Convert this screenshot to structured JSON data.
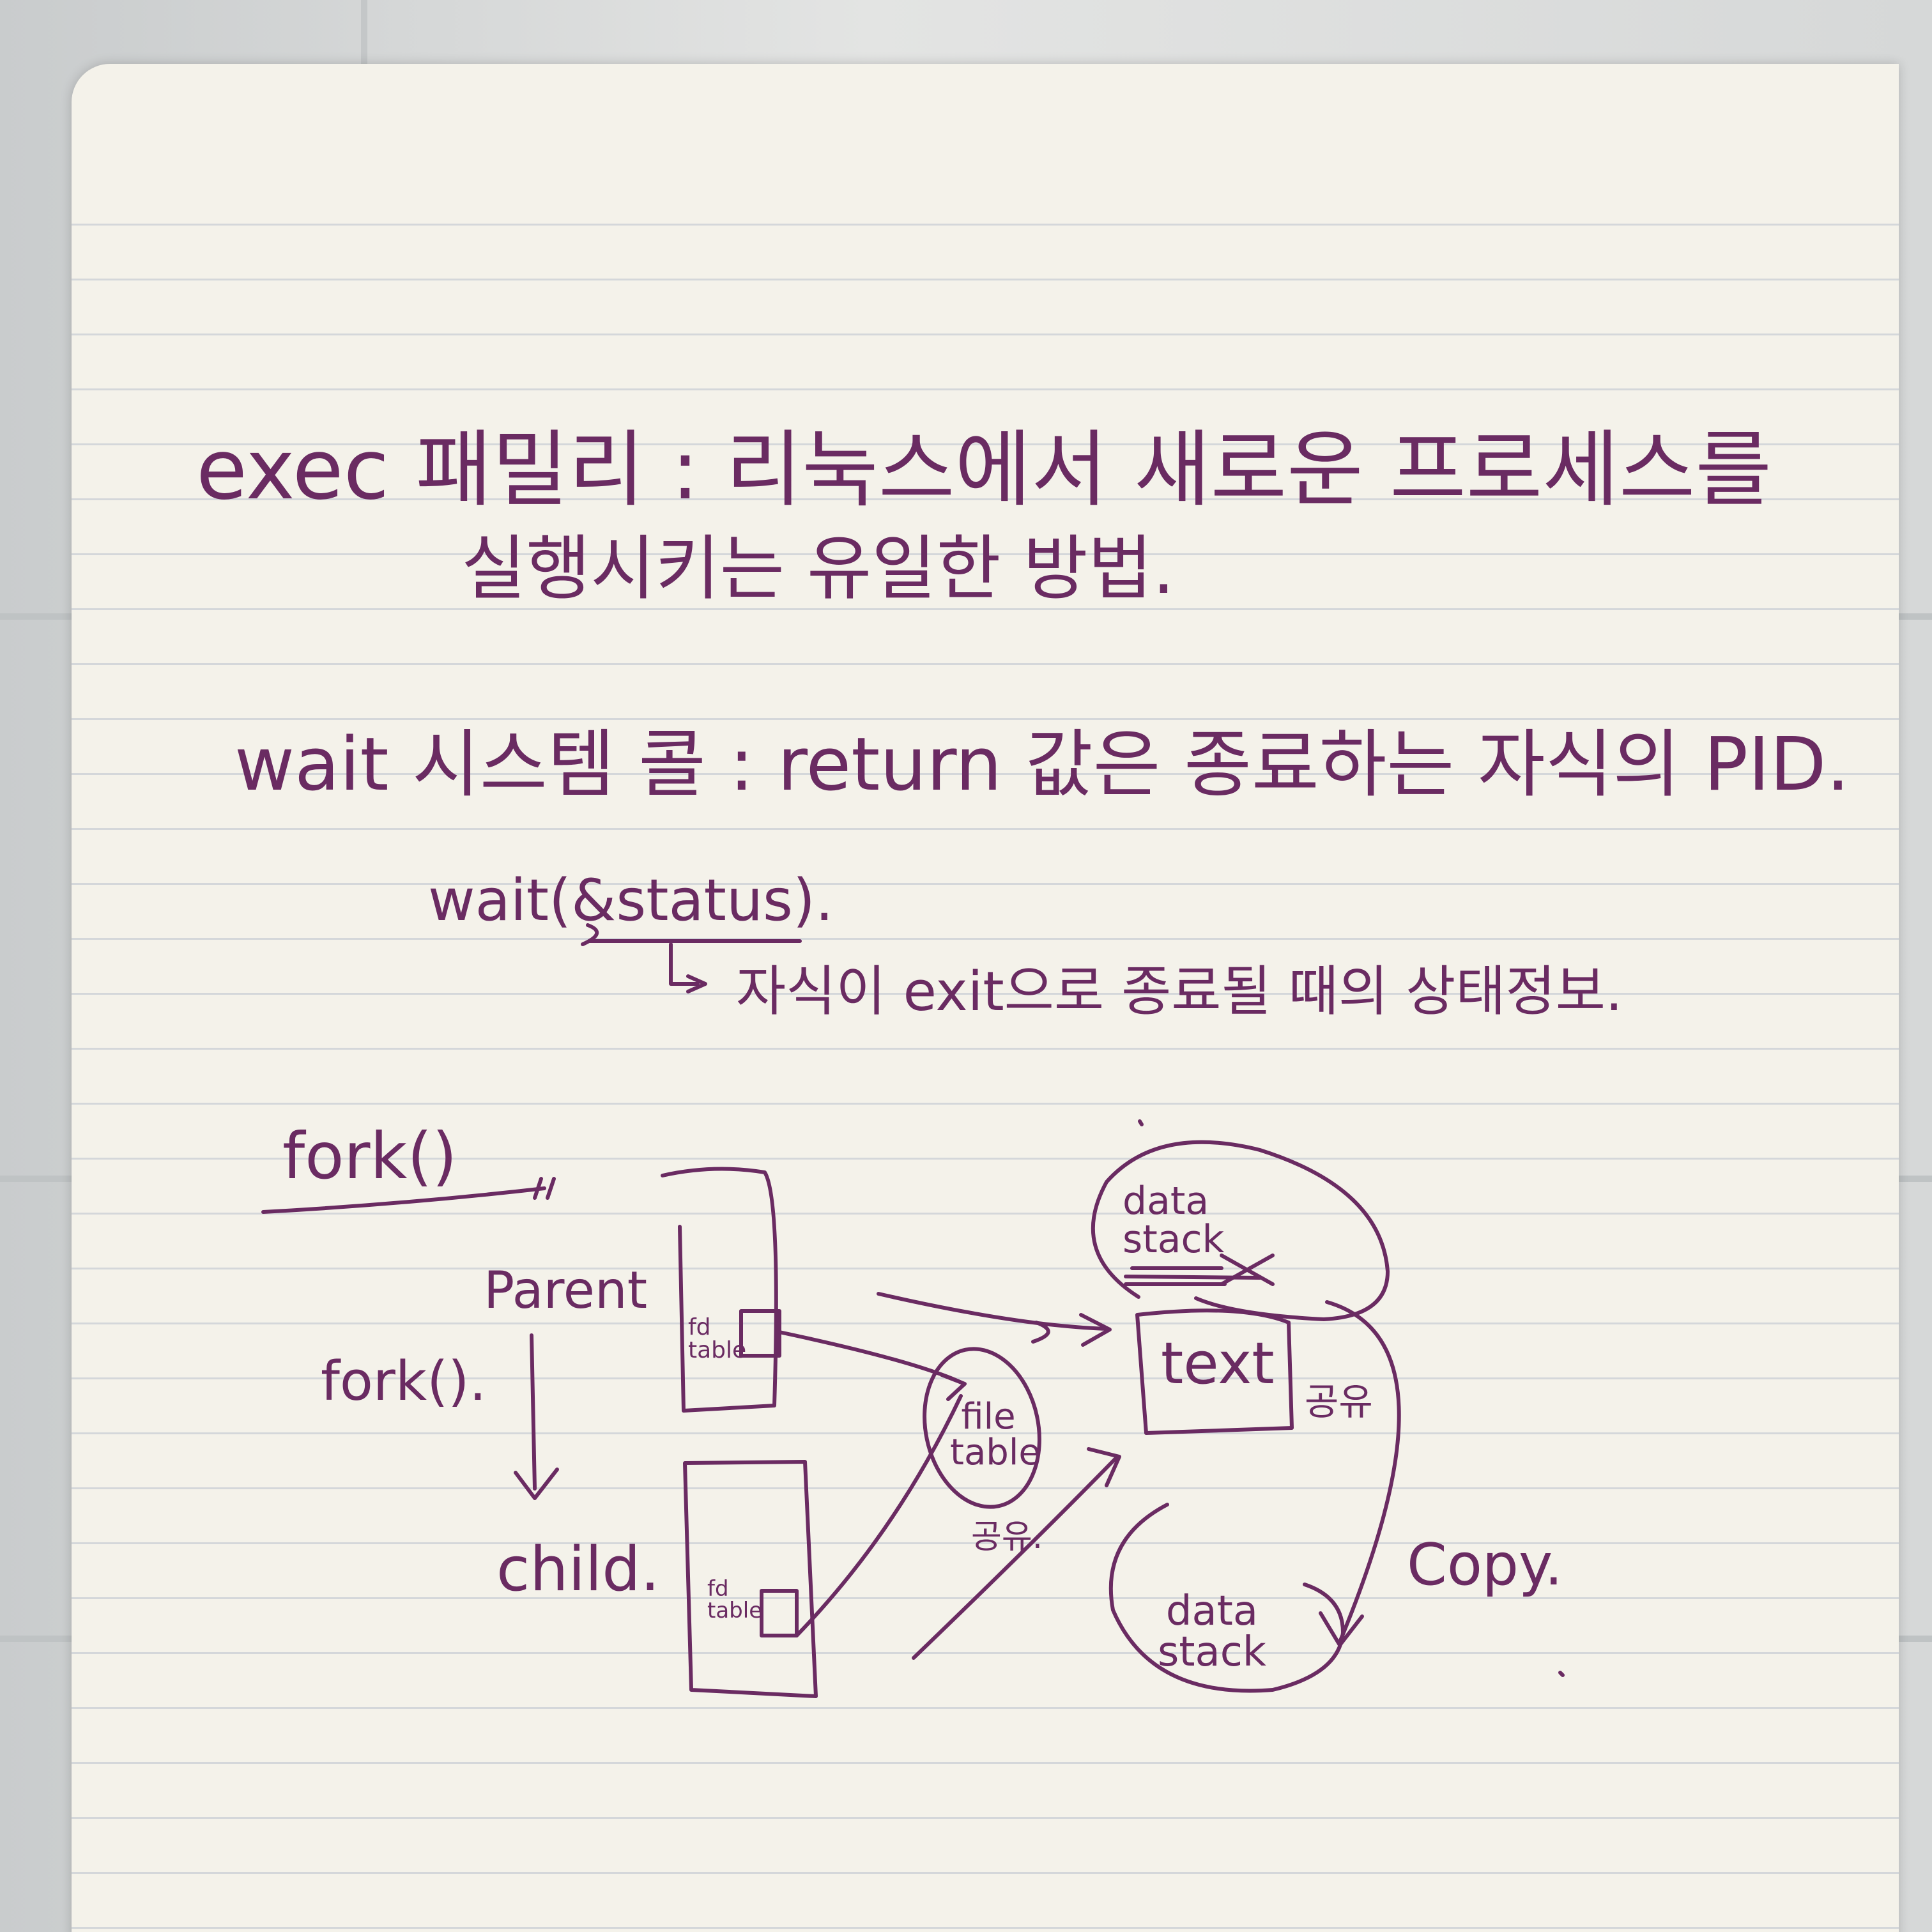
{
  "note": {
    "exec_heading": "exec 패밀리 : 리눅스에서 새로운 프로세스를",
    "exec_line2": "실행시키는 유일한 방법.",
    "wait_heading": "wait 시스템 콜 : return 값은 종료하는 자식의 PID.",
    "wait_call": "wait(&status).",
    "wait_desc": "자식이 exit으로 종료될 때의 상태정보.",
    "fork_heading": "fork()",
    "fork_call": "fork().",
    "parent_label": "Parent",
    "child_label": "child.",
    "fd_table_parent": "fd table",
    "fd_table_child": "fd table",
    "file_table": "file table",
    "shared_file": "공유.",
    "data_stack_top": "data stack",
    "text_label": "text",
    "shared_text": "공유",
    "copy_label": "Copy.",
    "data_stack_bottom": "data stack"
  },
  "colors": {
    "ink": "#6a2b62",
    "paper": "#f4f2ea",
    "rule_line": "#d4d7da",
    "wall": "#d6d8d8"
  }
}
